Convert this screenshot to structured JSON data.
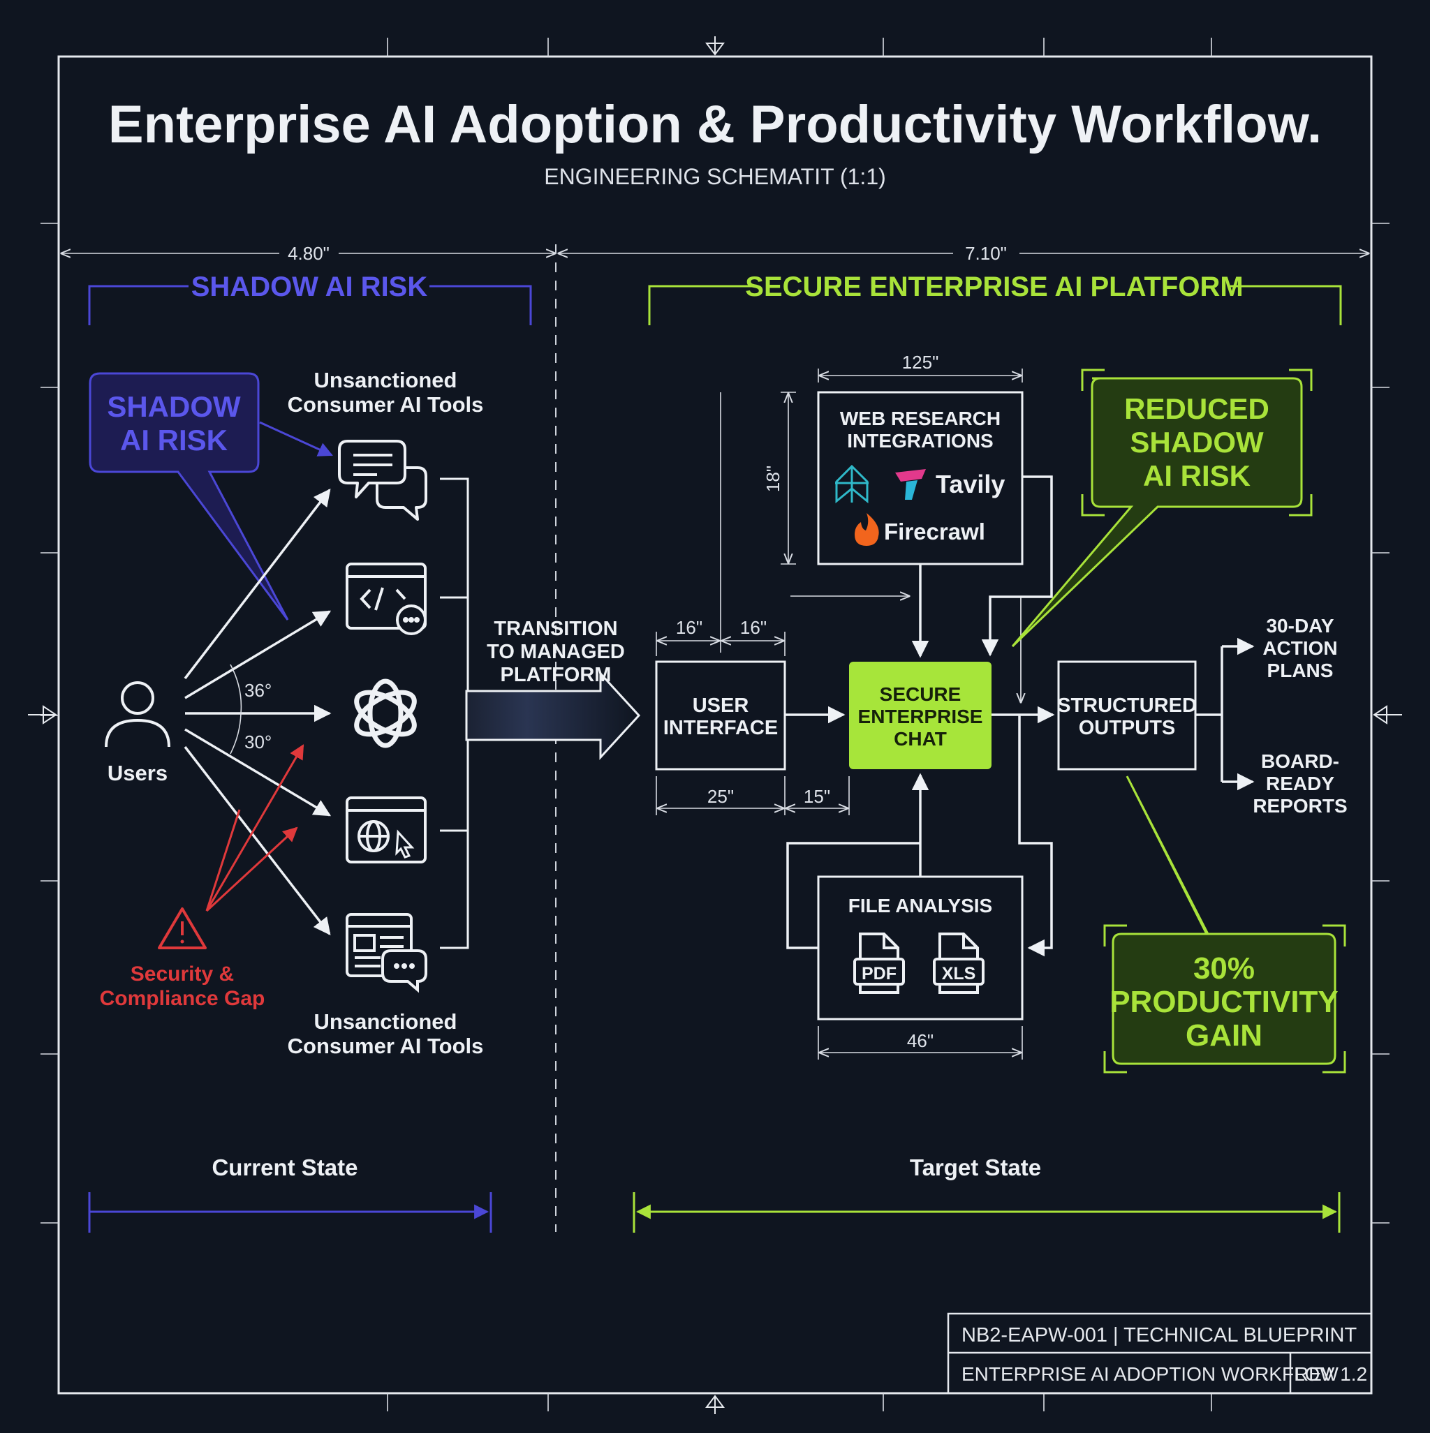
{
  "header": {
    "title": "Enterprise AI Adoption & Productivity Workflow.",
    "subtitle": "ENGINEERING SCHEMATIT (1:1)"
  },
  "dimensions": {
    "left_width": "4.80\"",
    "right_width": "7.10\"",
    "web_width": "125\"",
    "web_height": "18\"",
    "ui_left": "16\"",
    "ui_right": "16\"",
    "ui_bottom": "25\"",
    "gap_bottom": "15\"",
    "file_width": "46\"",
    "angle_top": "36°",
    "angle_bottom": "30°"
  },
  "left": {
    "section_title": "SHADOW AI RISK",
    "callout": "SHADOW\nAI RISK",
    "tools_top_label": "Unsanctioned\nConsumer AI Tools",
    "tools_bottom_label": "Unsanctioned\nConsumer AI Tools",
    "users_label": "Users",
    "gap_label": "Security &\nCompliance Gap",
    "state_label": "Current State"
  },
  "transition": {
    "label": "TRANSITION\nTO MANAGED\nPLATFORM"
  },
  "right": {
    "section_title": "SECURE ENTERPRISE AI PLATFORM",
    "web_box": {
      "title": "WEB RESEARCH\nINTEGRATIONS",
      "brands": [
        "Tavily",
        "Firecrawl"
      ]
    },
    "ui_box": "USER\nINTERFACE",
    "chat_box": "SECURE\nENTERPRISE\nCHAT",
    "outputs_box": "STRUCTURED\nOUTPUTS",
    "file_box": {
      "title": "FILE ANALYSIS",
      "files": [
        "PDF",
        "XLS"
      ]
    },
    "output_items": [
      "30-DAY\nACTION\nPLANS",
      "BOARD-\nREADY\nREPORTS"
    ],
    "reduced_callout": "REDUCED\nSHADOW\nAI RISK",
    "gain_callout": "30%\nPRODUCTIVITY\nGAIN",
    "state_label": "Target State"
  },
  "title_block": {
    "row1": "NB2-EAPW-001 | TECHNICAL BLUEPRINT",
    "row2": "ENTERPRISE AI ADOPTION WORKFLOW",
    "rev": "REV 1.2"
  },
  "colors": {
    "background": "#0f1520",
    "line": "#e6e9ee",
    "shadow_blue": "#4b47d6",
    "shadow_text": "#5b57ec",
    "risk_red": "#e0393b",
    "accent_green": "#a9e33a",
    "chat_fill": "#a7e53a",
    "callout_fill": "#243c12"
  },
  "icons": [
    "chat-bubbles-icon",
    "code-window-icon",
    "openai-logo-icon",
    "web-browser-icon",
    "document-chat-icon",
    "user-icon",
    "warning-icon",
    "perplexity-logo-icon",
    "tavily-logo-icon",
    "firecrawl-flame-icon",
    "pdf-file-icon",
    "xls-file-icon"
  ]
}
